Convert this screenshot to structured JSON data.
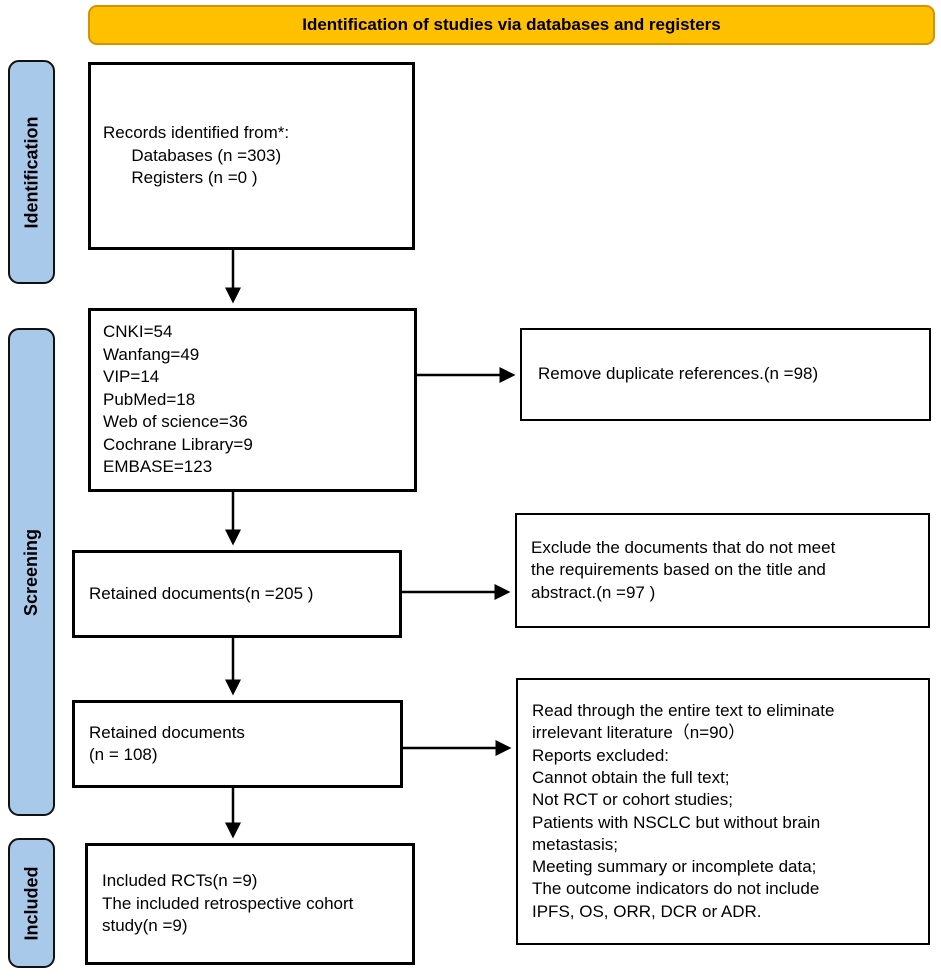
{
  "banner": {
    "title": "Identification of studies via databases and registers"
  },
  "stages": [
    {
      "label": "Identification"
    },
    {
      "label": "Screening"
    },
    {
      "label": "Included"
    }
  ],
  "boxes": {
    "records": {
      "lines": [
        "Records identified from*:",
        "      Databases (n =303)",
        "      Registers (n =0 )"
      ]
    },
    "counts": {
      "lines": [
        "CNKI=54",
        "Wanfang=49",
        "VIP=14",
        "PubMed=18",
        "Web of science=36",
        "Cochrane Library=9",
        "EMBASE=123"
      ]
    },
    "retained205": {
      "lines": [
        "Retained documents(n =205 )"
      ]
    },
    "retained108": {
      "lines": [
        "Retained documents",
        "(n = 108)"
      ]
    },
    "included": {
      "lines": [
        "Included RCTs(n =9)",
        "The included retrospective cohort",
        "study(n =9)"
      ]
    }
  },
  "side_boxes": {
    "duplicates": {
      "lines": [
        "Remove duplicate references.(n =98)"
      ]
    },
    "title_abstract": {
      "lines": [
        "Exclude the documents that do not meet",
        "the requirements based on the title and",
        "abstract.(n =97 )"
      ]
    },
    "full_text": {
      "lines": [
        "Read through the entire text to eliminate",
        "irrelevant literature（n=90）",
        "Reports excluded:",
        "Cannot obtain the full text;",
        "Not RCT or cohort studies;",
        "Patients with NSCLC but without brain",
        "metastasis;",
        "Meeting summary or incomplete data;",
        "The outcome indicators do not include",
        "IPFS, OS, ORR, DCR or ADR."
      ]
    }
  },
  "colors": {
    "banner_fill": "#FFC000",
    "banner_border": "#D29500",
    "stage_fill": "#A9C9EB",
    "box_border": "#000000",
    "arrow": "#000000"
  }
}
